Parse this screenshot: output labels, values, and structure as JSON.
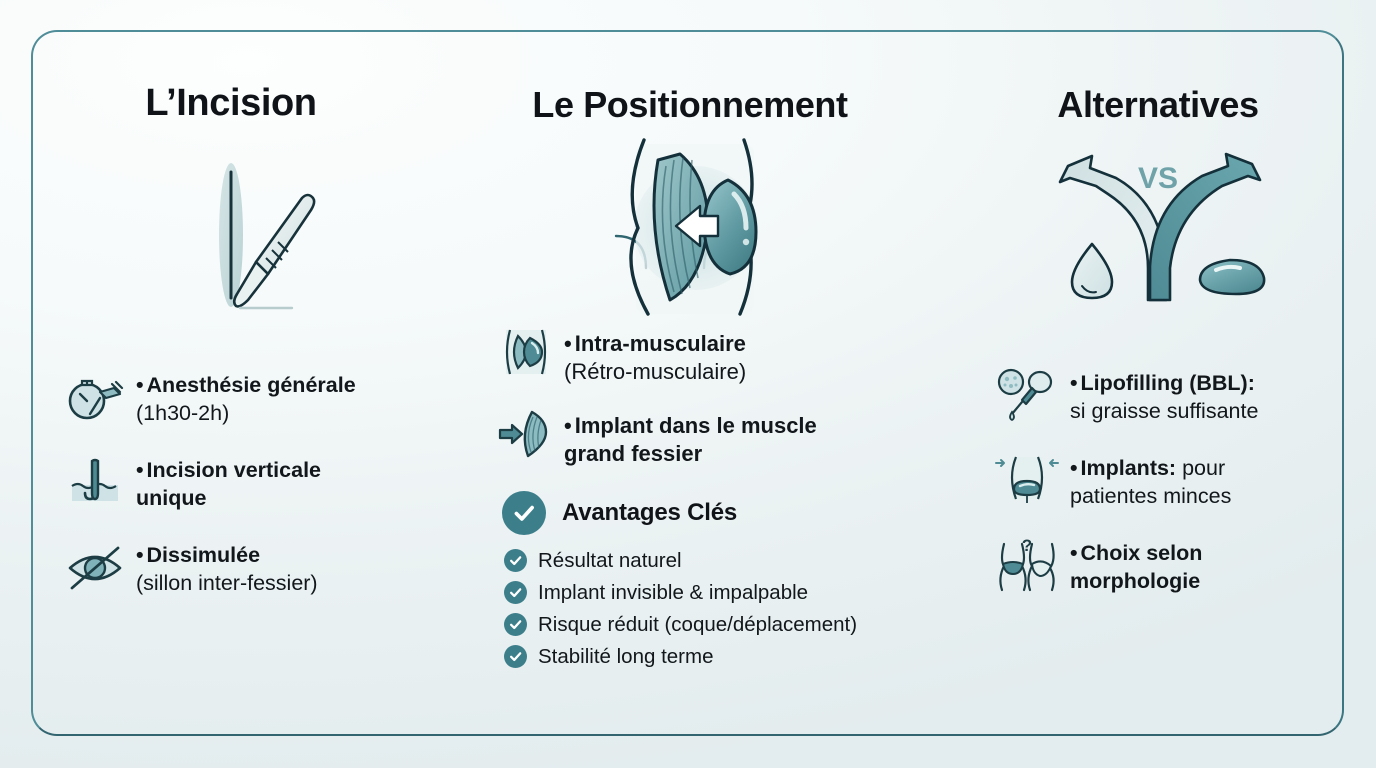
{
  "theme": {
    "frame_color": "#4f8d98",
    "accent_teal": "#3c7f8b",
    "deep_teal": "#2a5a64",
    "light_teal": "#cfe3e6",
    "text_color": "#12171b",
    "background": "#eef3f4"
  },
  "columns": {
    "left": {
      "title": "L’Incision",
      "hero_icon": "scalpel-icon",
      "items": [
        {
          "icon": "stopwatch-syringe-icon",
          "bullet": "•",
          "strong": "Anesthésie générale",
          "sub": "(1h30-2h)"
        },
        {
          "icon": "skin-incision-icon",
          "bullet": "•",
          "strong": "Incision verticale",
          "sub": "unique"
        },
        {
          "icon": "hidden-eye-icon",
          "bullet": "•",
          "strong": "Dissimulée",
          "sub": "(sillon inter-fessier)"
        }
      ]
    },
    "middle": {
      "title": "Le Positionnement",
      "hero_icon": "buttock-muscle-implant-icon",
      "items": [
        {
          "icon": "muscle-cross-section-icon",
          "bullet": "•",
          "strong": "Intra-musculaire",
          "sub": "(Rétro-musculaire)"
        },
        {
          "icon": "arrow-into-muscle-icon",
          "bullet": "•",
          "strong": "Implant dans le muscle",
          "sub": "grand fessier"
        }
      ],
      "advantages": {
        "icon": "check-circle-icon",
        "title": "Avantages Clés",
        "list": [
          "Résultat naturel",
          "Implant invisible & impalpable",
          "Risque réduit (coque/déplacement)",
          "Stabilité long terme"
        ]
      }
    },
    "right": {
      "title": "Alternatives",
      "hero_icon": "diverging-arrows-vs-icon",
      "hero_label": "VS",
      "items": [
        {
          "icon": "fat-syringe-icon",
          "bullet": "•",
          "strong": "Lipofilling (BBL):",
          "sub": "si graisse suffisante"
        },
        {
          "icon": "implant-body-icon",
          "bullet": "•",
          "strong": "Implants:",
          "inline_sub": " pour",
          "sub": "patientes minces"
        },
        {
          "icon": "two-body-shapes-question-icon",
          "bullet": "•",
          "strong": "Choix selon",
          "sub": "morphologie"
        }
      ]
    }
  }
}
